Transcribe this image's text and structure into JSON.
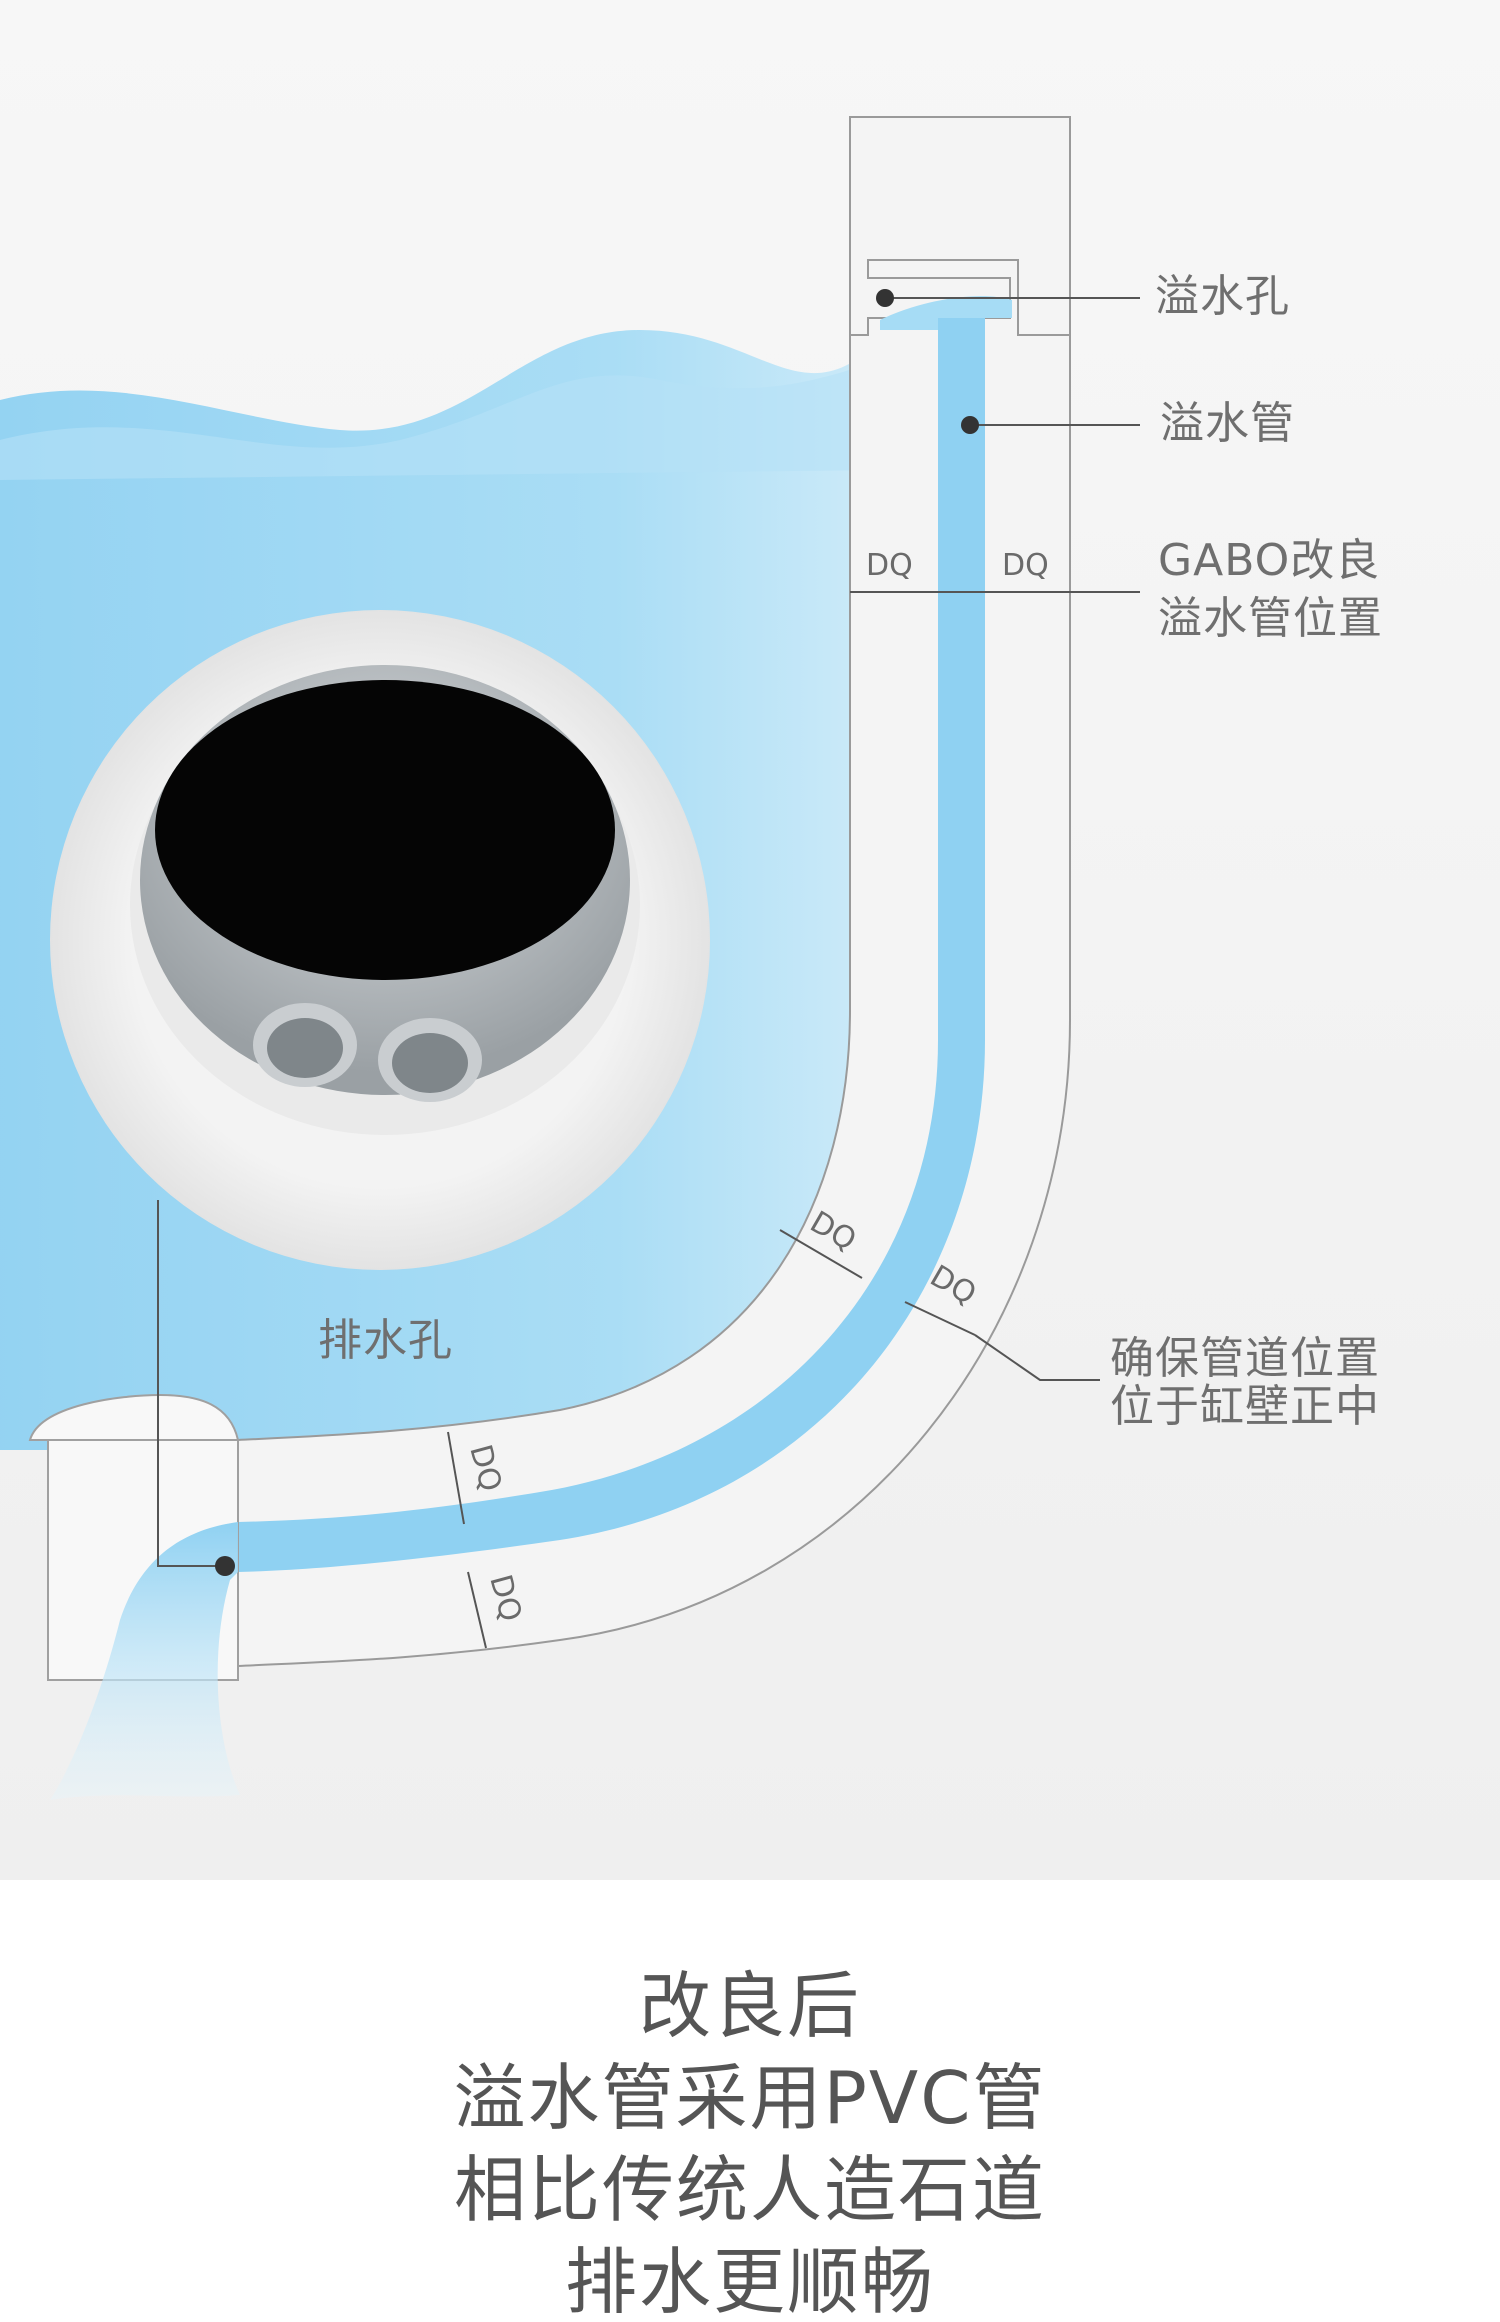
{
  "callouts": {
    "overflow_hole": "溢水孔",
    "overflow_pipe": "溢水管",
    "gabo_line1": "GABO改良",
    "gabo_line2": "溢水管位置",
    "center_line1": "确保管道位置",
    "center_line2": "位于缸壁正中",
    "drain_hole": "排水孔"
  },
  "dimension_label": "DQ",
  "caption": {
    "lines": [
      "改良后",
      "溢水管采用PVC管",
      "相比传统人造石道",
      "排水更顺畅"
    ]
  },
  "colors": {
    "water": "#8fd1f2",
    "water_light": "#cbeaf9",
    "pipe_wall": "#f2f2f2",
    "outline": "#9a9a9a",
    "text": "#6f6f6f"
  }
}
